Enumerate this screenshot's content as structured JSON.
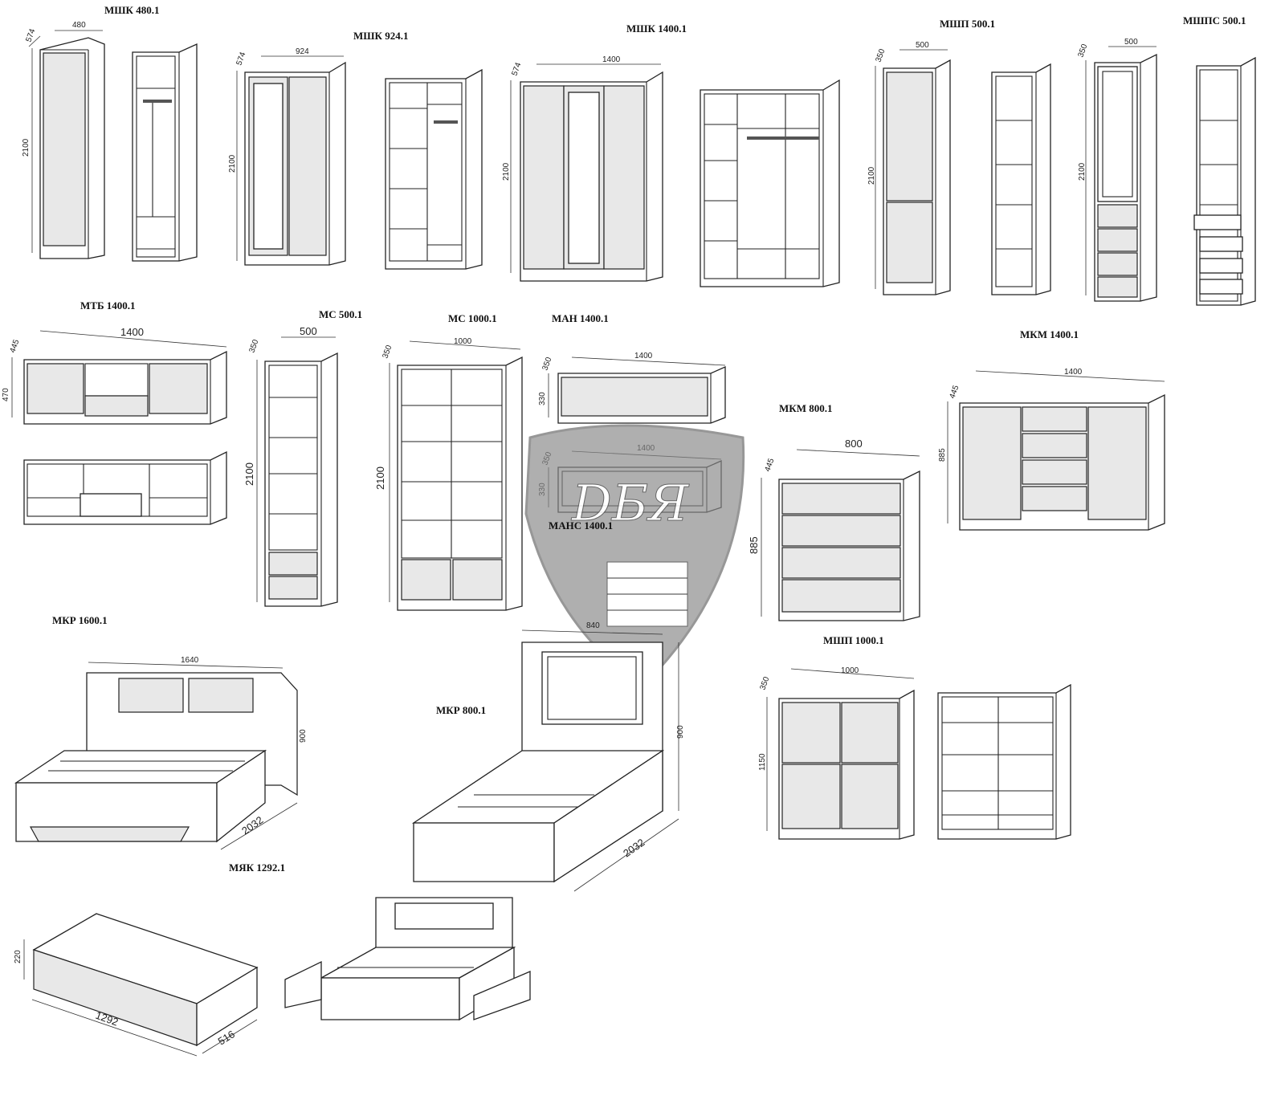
{
  "titles": {
    "mshk480": "МШК 480.1",
    "mshk924": "МШК 924.1",
    "mshk1400": "МШК 1400.1",
    "mshp500": "МШП 500.1",
    "mshps500": "МШПС 500.1",
    "mtb1400": "МТБ 1400.1",
    "ms500": "МС 500.1",
    "ms1000": "МС 1000.1",
    "man1400": "МАН 1400.1",
    "mans1400": "МАНС 1400.1",
    "mkm800": "МКМ 800.1",
    "mkm1400": "МКМ 1400.1",
    "mkr1600": "МКР 1600.1",
    "mkr800": "МКР 800.1",
    "mshp1000": "МШП 1000.1",
    "myak1292": "МЯК 1292.1"
  },
  "dims": {
    "d574": "574",
    "d480": "480",
    "d2100": "2100",
    "d924": "924",
    "d1400": "1400",
    "d350": "350",
    "d500": "500",
    "d445": "445",
    "d470": "470",
    "d1000": "1000",
    "d330": "330",
    "d800": "800",
    "d885": "885",
    "d1640": "1640",
    "d900": "900",
    "d2032": "2032",
    "d840": "840",
    "d1150": "1150",
    "d220": "220",
    "d1292": "1292",
    "d516": "516"
  },
  "logo": {
    "text": "DБЯ"
  }
}
